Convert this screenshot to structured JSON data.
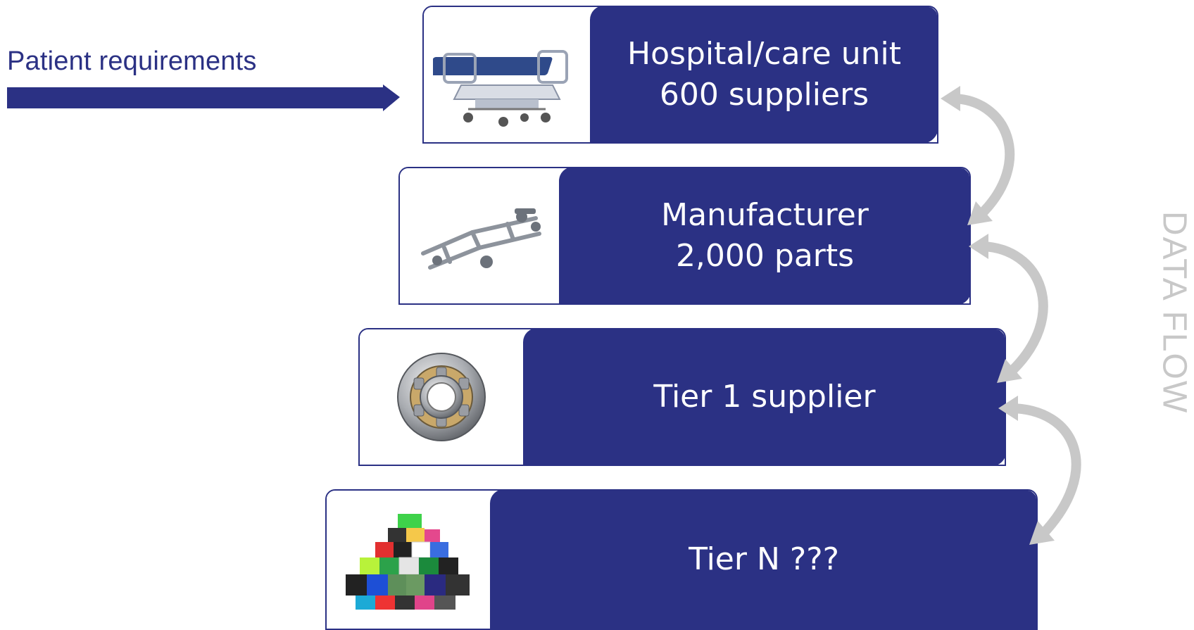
{
  "input": {
    "label": "Patient requirements"
  },
  "tiers": [
    {
      "line1": "Hospital/care unit",
      "line2": "600 suppliers",
      "image": "hospital-bed"
    },
    {
      "line1": "Manufacturer",
      "line2": "2,000 parts",
      "image": "bed-frame-chassis"
    },
    {
      "line1": "Tier 1 supplier",
      "line2": "",
      "image": "roller-bearing"
    },
    {
      "line1": "Tier N ???",
      "line2": "",
      "image": "colored-material-cubes"
    }
  ],
  "flow": {
    "label": "DATA FLOW"
  },
  "colors": {
    "navy": "#2b3184",
    "arrow_gray": "#c8c8c8",
    "background": "#ffffff"
  }
}
